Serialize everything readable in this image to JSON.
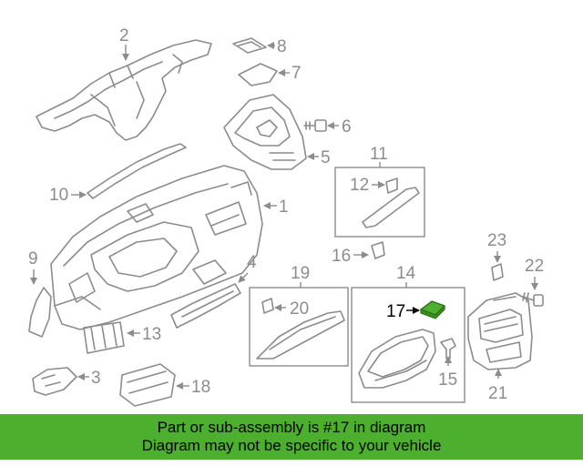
{
  "diagram": {
    "callouts": {
      "c1": "1",
      "c2": "2",
      "c3": "3",
      "c4": "4",
      "c5": "5",
      "c6": "6",
      "c7": "7",
      "c8": "8",
      "c9": "9",
      "c10": "10",
      "c11": "11",
      "c12": "12",
      "c13": "13",
      "c14": "14",
      "c15": "15",
      "c16": "16",
      "c17": "17",
      "c18": "18",
      "c19": "19",
      "c20": "20",
      "c21": "21",
      "c22": "22",
      "c23": "23"
    },
    "highlight_color": "#4caf2e",
    "line_color": "#8c8c8c"
  },
  "banner": {
    "line1": "Part or sub-assembly is #17 in diagram",
    "line2": "Diagram may not be specific to your vehicle",
    "background": "#4caf2e"
  }
}
